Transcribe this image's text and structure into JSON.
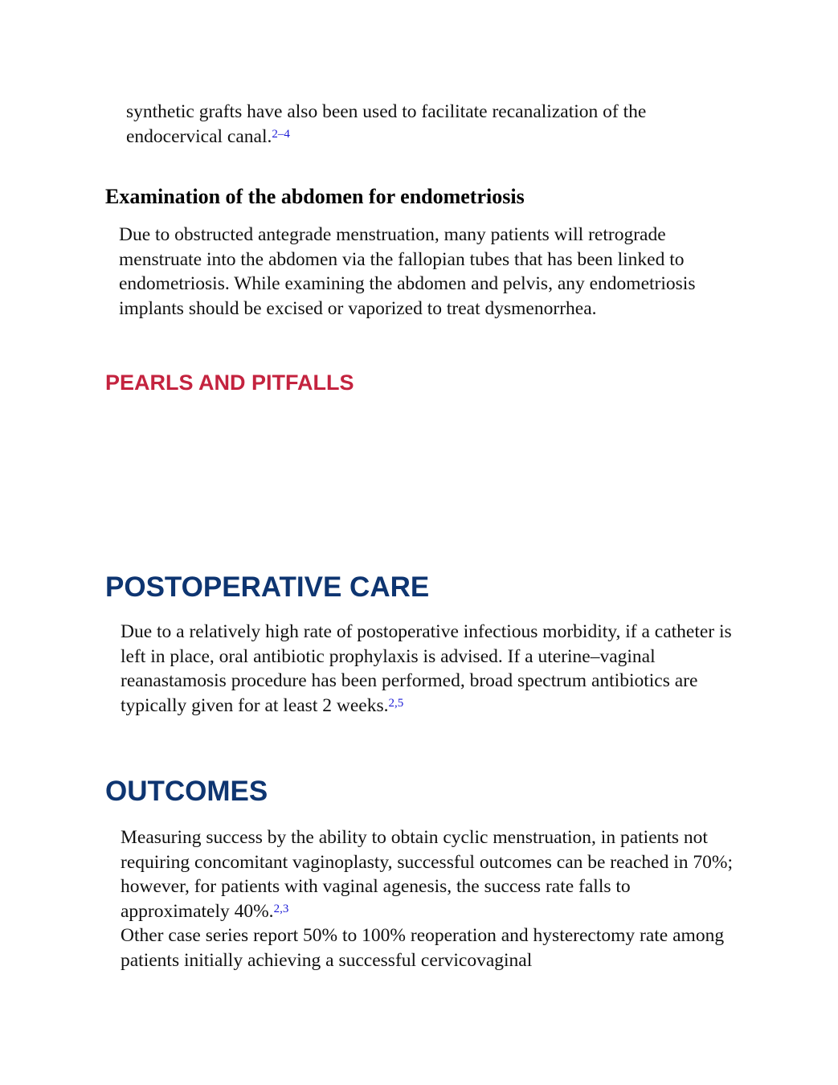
{
  "intro": {
    "text": "synthetic grafts have also been used to facilitate recanalization of the endocervical canal.",
    "ref": "2–4"
  },
  "endometriosis": {
    "heading": "Examination of the abdomen for endometriosis",
    "paragraph": "Due to obstructed antegrade menstruation, many patients will retrograde menstruate into the abdomen via the fallopian tubes that has been linked to endometriosis. While examining the abdomen and pelvis, any endometriosis implants should be excised or vaporized to treat dysmenorrhea."
  },
  "pearls": {
    "heading": "PEARLS AND PITFALLS"
  },
  "postoperative": {
    "heading": "POSTOPERATIVE CARE",
    "paragraph": "Due to a relatively high rate of postoperative infectious morbidity, if a catheter is left in place, oral antibiotic prophylaxis is advised. If a uterine–vaginal reanastamosis procedure has been performed, broad spectrum antibiotics are typically given for at least 2 weeks.",
    "ref": "2,5"
  },
  "outcomes": {
    "heading": "OUTCOMES",
    "paragraph1": "Measuring success by the ability to obtain cyclic menstruation, in patients not requiring concomitant vaginoplasty, successful outcomes can be reached in 70%; however, for patients with vaginal agenesis, the success rate falls to approximately 40%.",
    "ref1": "2,3",
    "paragraph2": "Other case series report 50% to 100% reoperation and hysterectomy rate among patients initially achieving a successful cervicovaginal"
  }
}
